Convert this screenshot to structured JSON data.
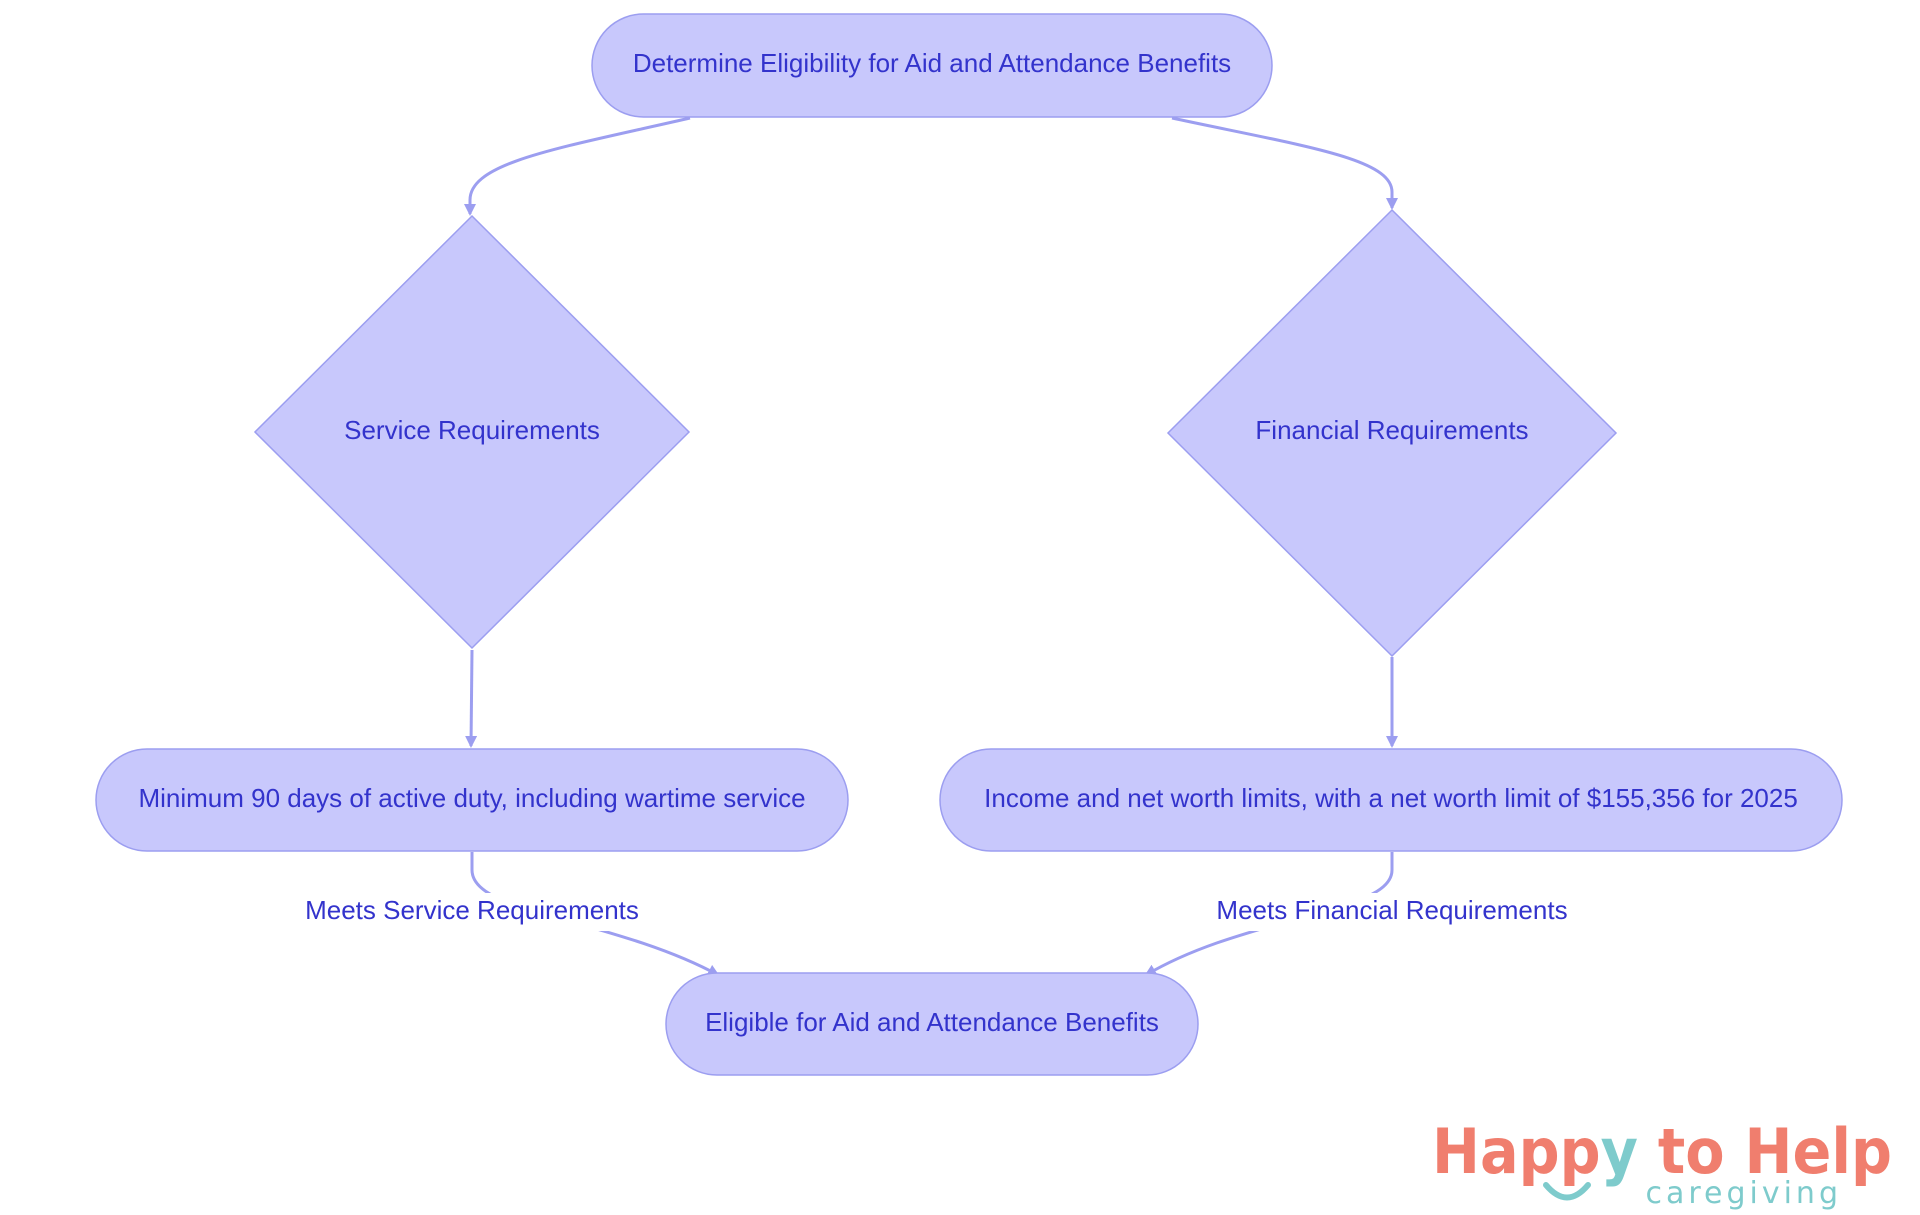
{
  "diagram": {
    "nodes": {
      "start": {
        "label": "Determine Eligibility for Aid and Attendance Benefits",
        "shape": "stadium"
      },
      "service_req": {
        "label": "Service Requirements",
        "shape": "diamond"
      },
      "financial_req": {
        "label": "Financial Requirements",
        "shape": "diamond"
      },
      "service_detail": {
        "label": "Minimum 90 days of active duty, including wartime service",
        "shape": "stadium"
      },
      "financial_detail": {
        "label": "Income and net worth limits, with a net worth limit of $155,356 for 2025",
        "shape": "stadium"
      },
      "eligible": {
        "label": "Eligible for Aid and Attendance Benefits",
        "shape": "stadium"
      }
    },
    "edges": [
      {
        "from": "start",
        "to": "service_req",
        "label": ""
      },
      {
        "from": "start",
        "to": "financial_req",
        "label": ""
      },
      {
        "from": "service_req",
        "to": "service_detail",
        "label": ""
      },
      {
        "from": "financial_req",
        "to": "financial_detail",
        "label": ""
      },
      {
        "from": "service_detail",
        "to": "eligible",
        "label": "Meets Service Requirements"
      },
      {
        "from": "financial_detail",
        "to": "eligible",
        "label": "Meets Financial Requirements"
      }
    ],
    "edge_labels": {
      "service": "Meets Service Requirements",
      "financial": "Meets Financial Requirements"
    }
  },
  "logo": {
    "word_1": "Happ",
    "word_y": "y",
    "word_2": " to Help",
    "tagline": "caregiving",
    "colors": {
      "primary": "#f07e6e",
      "secondary": "#7ecbcc"
    }
  },
  "colors": {
    "node_fill": "#c8c8fc",
    "node_stroke": "#9c9ef0",
    "edge": "#9c9ef0",
    "text": "#3333cc"
  }
}
